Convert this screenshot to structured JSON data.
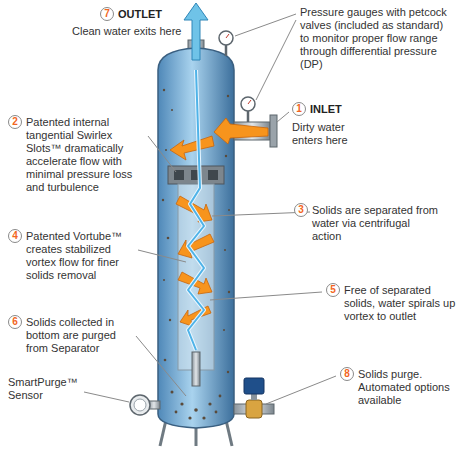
{
  "diagram": {
    "labels": [
      "7",
      "OUTLET",
      "Clean water exits here",
      "Pressure gauges with petcock valves (included as standard) to monitor proper flow range through differential pressure (DP)",
      "1",
      "INLET",
      "Dirty water enters here",
      "2",
      "Patented internal tangential Swirlex Slots™ dramatically accelerate flow with minimal pressure loss and turbulence",
      "3",
      "Solids are separated from water via centrifugal action",
      "4",
      "Patented Vortube™ creates stabilized vortex flow for finer solids removal",
      "5",
      "Free of separated solids, water spirals up vortex to outlet",
      "6",
      "Solids collected in bottom are purged from Separator",
      "SmartPurge™ Sensor",
      "8",
      "Solids purge. Automated options available"
    ]
  }
}
